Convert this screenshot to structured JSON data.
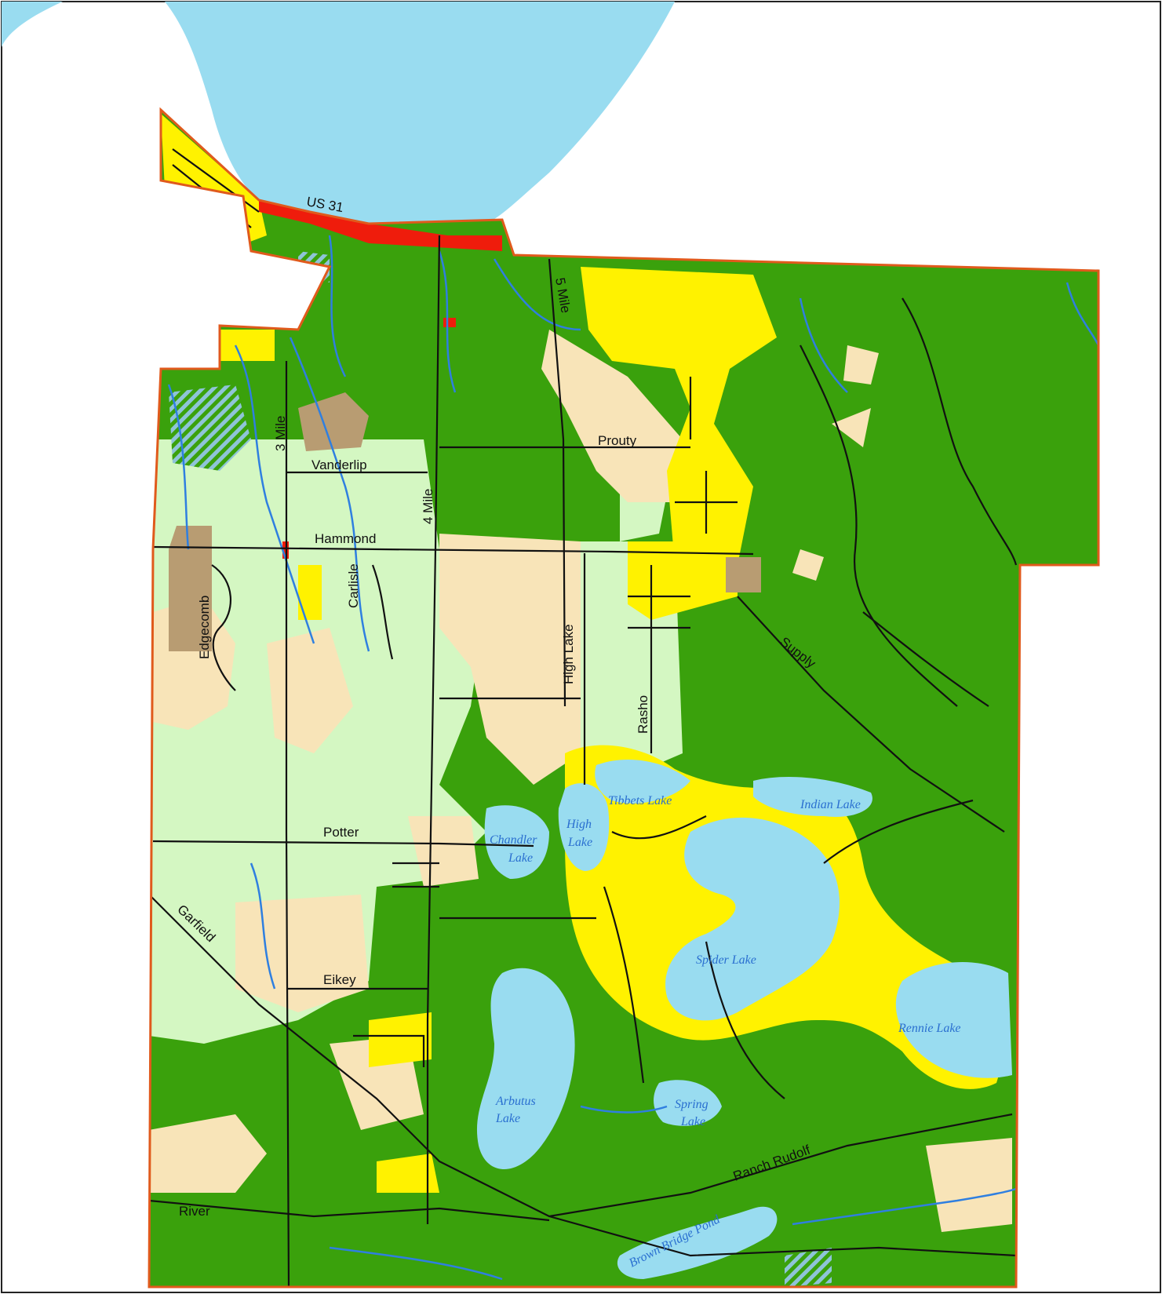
{
  "map": {
    "colors": {
      "water": "#99dcf0",
      "forest": "#3aa10c",
      "open_land": "#d4f7c2",
      "agriculture": "#f8e4b8",
      "residential": "#fff200",
      "commercial": "#ef1c0c",
      "extractive": "#b89c72",
      "wetland_hatch": "#8fc4d8",
      "boundary": "#e05a1c",
      "roads": "#111111",
      "streams": "#2f7fe0"
    },
    "road_labels": {
      "us31": "US 31",
      "five_mile": "5 Mile",
      "three_mile": "3 Mile",
      "vanderlip": "Vanderlip",
      "four_mile": "4 Mile",
      "prouty": "Prouty",
      "hammond": "Hammond",
      "edgecomb": "Edgecomb",
      "carlisle": "Carlisle",
      "high_lake_rd": "High Lake",
      "supply": "Supply",
      "rasho": "Rasho",
      "potter": "Potter",
      "garfield": "Garfield",
      "eikey": "Eikey",
      "river": "River",
      "ranch_rudolf": "Ranch Rudolf"
    },
    "lake_labels": {
      "tibbets": "Tibbets Lake",
      "indian": "Indian Lake",
      "high_1": "High",
      "high_2": "Lake",
      "chandler_1": "Chandler",
      "chandler_2": "Lake",
      "spider": "Spider Lake",
      "rennie": "Rennie Lake",
      "arbutus_1": "Arbutus",
      "arbutus_2": "Lake",
      "spring_1": "Spring",
      "spring_2": "Lake",
      "brown_bridge": "Brown Bridge Pond"
    }
  }
}
